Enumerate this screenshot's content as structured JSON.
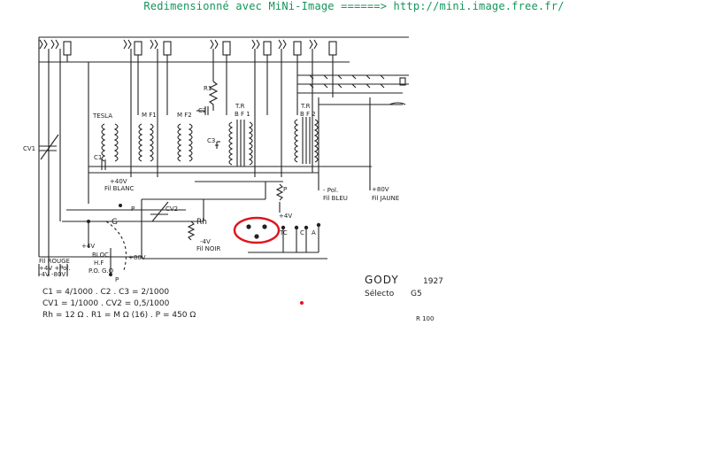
{
  "banner": "Redimensionné avec MiNi-Image ======> http://mini.image.free.fr/",
  "schematic": {
    "labels": {
      "tesla": "TESLA",
      "mf1": "M F1",
      "mf2": "M F2",
      "c2": "C2",
      "r1": "R1",
      "tr_bf1_a": "T.R",
      "tr_bf1_b": "B F 1",
      "tr_bf2_a": "T.R",
      "tr_bf2_b": "B F 2",
      "c3": "C3",
      "cv1": "CV1",
      "c1": "C1",
      "fil_blanc_v": "+40V",
      "fil_blanc": "Fil BLANC",
      "pol": "- Pol.",
      "fil_bleu": "Fil BLEU",
      "fil_jaune_v": "+80V",
      "fil_jaune": "Fil JAUNE",
      "p_top": "P",
      "cv2": "CV2",
      "g": "G",
      "rh": "Rh",
      "p_mid": "P",
      "plus4v_right": "+4V",
      "minus4v": "-4V",
      "fil_noir": "Fil NOIR",
      "tc": "TC",
      "c": "C",
      "a": "A",
      "plus4v_left": "+4V",
      "bloc": "BLOC",
      "hf": "H.F",
      "pogo": "P.O. G.O",
      "p_bottom": "P",
      "plus80": "+80V",
      "fil_rouge": "Fil ROUGE",
      "fil_rouge_v1": "+4V +Pol.",
      "fil_rouge_v2": "-4V -80V"
    },
    "legend": {
      "line1": "C1 = 4/1000 . C2 . C3 = 2/1000",
      "line2": "CV1 =   1/1000 . CV2 =  0,5/1000",
      "line3": "Rh = 12 Ω . R1 = M Ω (16) . P = 450 Ω"
    },
    "title": {
      "maker": "GODY",
      "year": "1927",
      "model_label": "Sélecto",
      "model": "G5",
      "ref": "R 100"
    },
    "colors": {
      "ink": "#222222",
      "banner": "#14965a",
      "highlight": "#e0141e"
    }
  }
}
